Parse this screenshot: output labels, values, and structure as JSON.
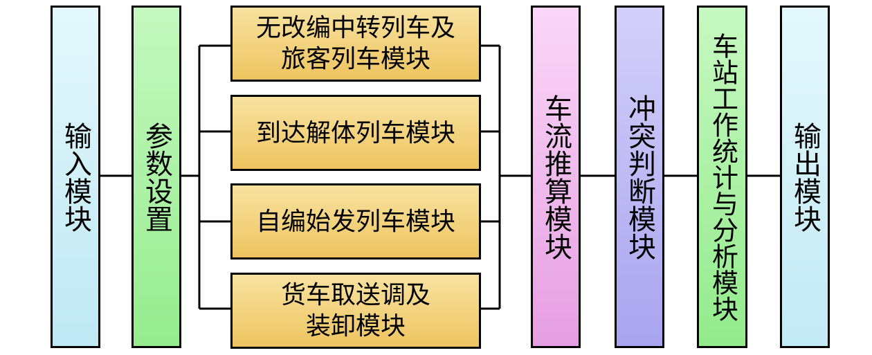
{
  "modules": {
    "input": "输入模块",
    "params": "参数设置",
    "sub1": "无改编中转列车及\n旅客列车模块",
    "sub2": "到达解体列车模块",
    "sub3": "自编始发列车模块",
    "sub4": "货车取送调及\n装卸模块",
    "flow": "车流推算模块",
    "conflict": "冲突判断模块",
    "stats": "车站工作统计与分析模块",
    "output": "输出模块"
  },
  "colors": {
    "input": "#cdeff8",
    "params": "#a6f2a1",
    "sub": "#f4d27c",
    "flow": "#efb7ec",
    "conflict": "#bbb7f3",
    "stats": "#a4f2a0",
    "output": "#d2f0f8",
    "line": "#000000"
  }
}
